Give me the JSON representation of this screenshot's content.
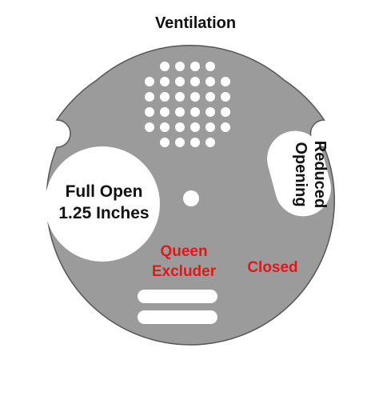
{
  "title": "Ventilation",
  "labels": {
    "full_open_line1": "Full Open",
    "full_open_line2": "1.25 Inches",
    "reduced_line1": "Reduced",
    "reduced_line2": "Opening",
    "queen_line1": "Queen",
    "queen_line2": "Excluder",
    "closed": "Closed"
  },
  "colors": {
    "disc": "#9b9b9b",
    "disc_stroke": "#555555",
    "hole": "#ffffff",
    "label_red": "#e01818",
    "label_dark": "#111111"
  },
  "icons": {
    "vent_holes": "dot-grid",
    "center_pin": "small-circle"
  }
}
